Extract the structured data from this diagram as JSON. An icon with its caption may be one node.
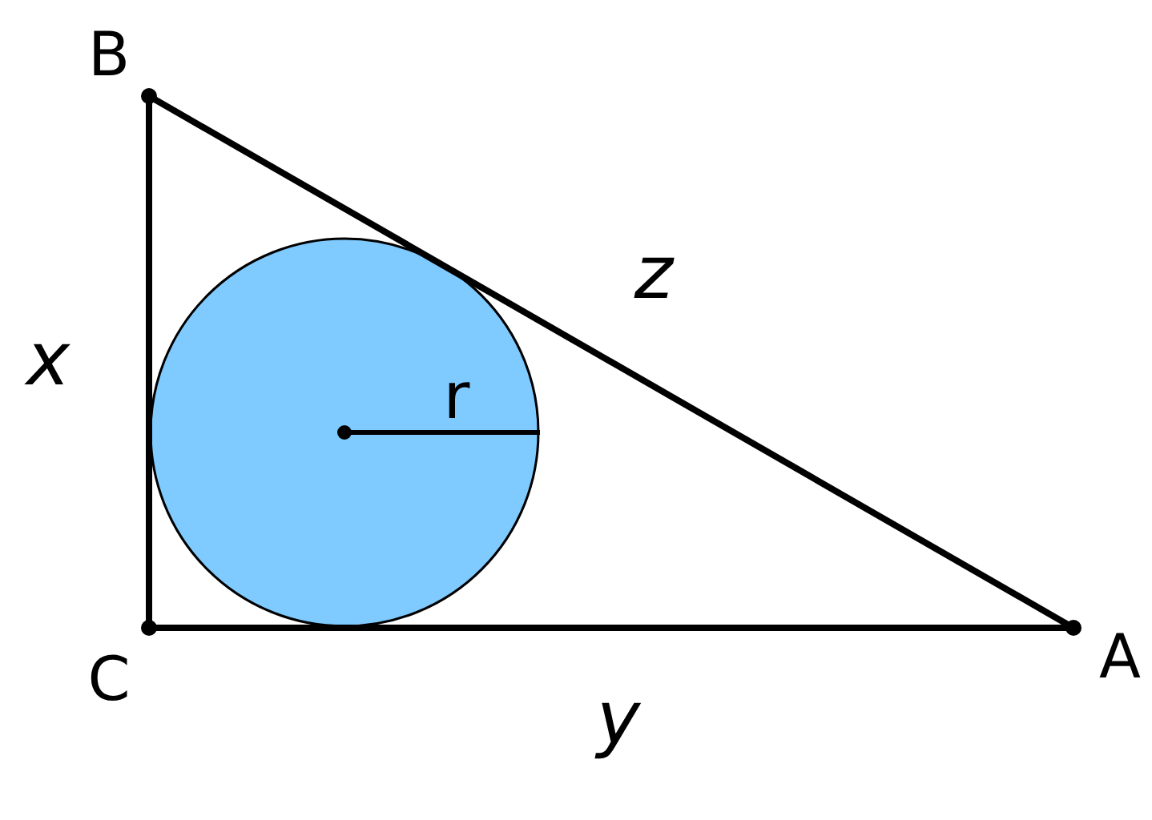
{
  "diagram": {
    "nodes": [
      {
        "text": [
          "B"
        ]
      },
      {
        "text": [
          "C"
        ]
      },
      {
        "text": [
          "A"
        ]
      }
    ],
    "edges": [
      {
        "from": 0,
        "to": 1,
        "arrow": "none",
        "label": "x"
      },
      {
        "from": 1,
        "to": 2,
        "arrow": "none",
        "label": "y"
      },
      {
        "from": 0,
        "to": 2,
        "arrow": "none",
        "label": "z"
      }
    ],
    "labels": [
      "r"
    ]
  }
}
